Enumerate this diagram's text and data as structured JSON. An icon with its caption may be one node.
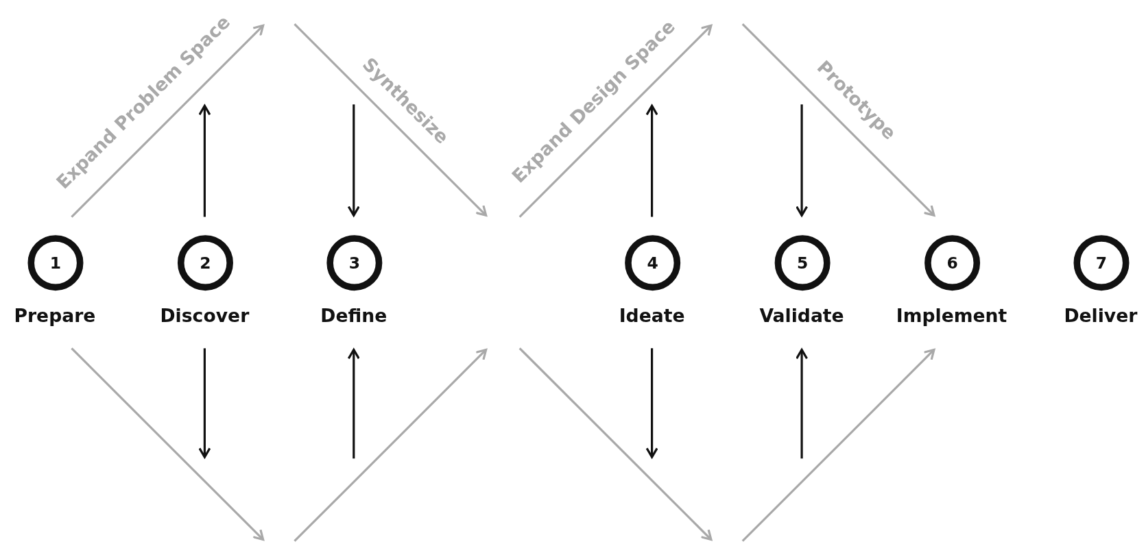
{
  "diagram": {
    "nodes": [
      {
        "text": [
          "1",
          "Prepare"
        ]
      },
      {
        "text": [
          "2",
          "Discover"
        ]
      },
      {
        "text": [
          "3",
          "Define"
        ]
      },
      {
        "text": [
          "4",
          "Ideate"
        ]
      },
      {
        "text": [
          "5",
          "Validate"
        ]
      },
      {
        "text": [
          "6",
          "Implement"
        ]
      },
      {
        "text": [
          "7",
          "Deliver"
        ]
      }
    ],
    "edges": [],
    "labels": [
      "Expand Problem Space",
      "Synthesize",
      "Expand Design Space",
      "Prototype"
    ]
  }
}
